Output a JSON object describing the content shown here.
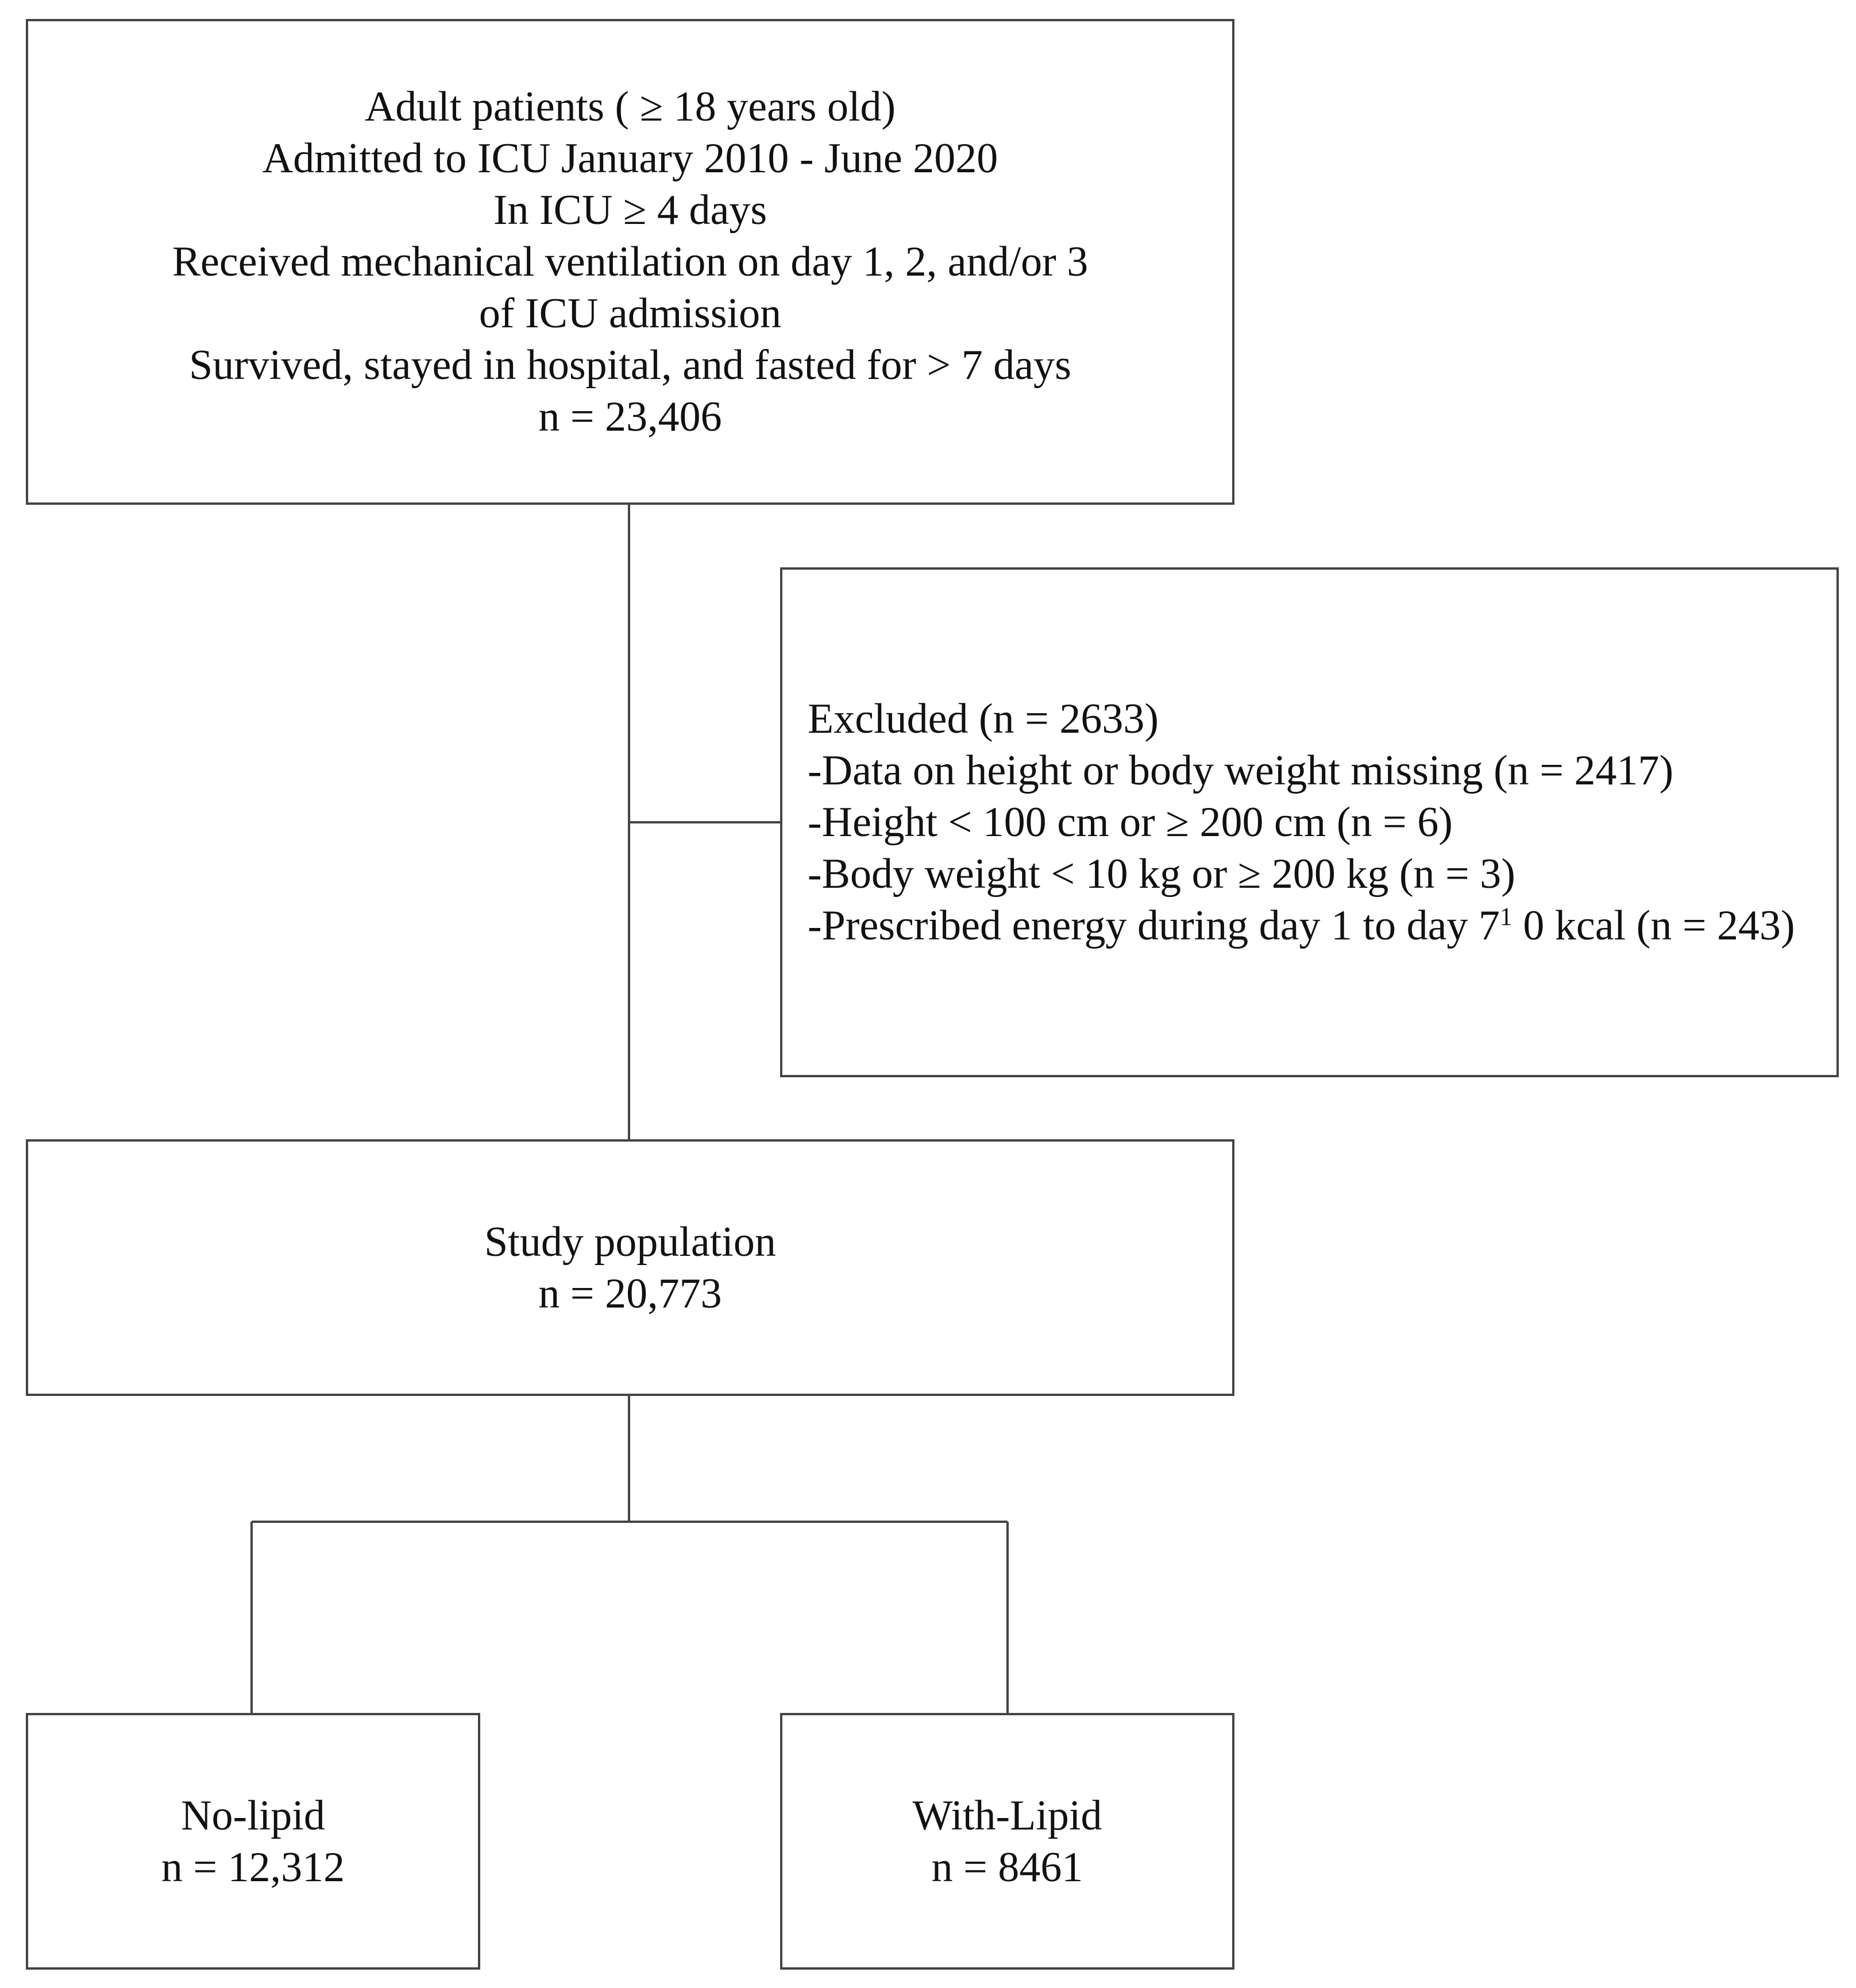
{
  "flowchart": {
    "eligibility": {
      "lines": [
        "Adult patients ( ≥ 18 years old)",
        "Admitted to ICU January 2010 - June 2020",
        "In ICU ≥ 4 days",
        "Received mechanical ventilation on day 1, 2, and/or 3",
        "of ICU admission",
        "Survived, stayed in hospital, and fasted for > 7 days",
        "n = 23,406"
      ]
    },
    "excluded": {
      "lines": [
        "Excluded (n = 2633)",
        "-Data on height or body weight missing (n = 2417)",
        "-Height < 100 cm or ≥ 200 cm (n = 6)",
        "-Body weight < 10 kg or ≥ 200 kg (n = 3)"
      ],
      "last_line_before_sup": "-Prescribed energy during day 1 to day 7",
      "last_line_sup": "1",
      "last_line_after_sup": " 0 kcal (n = 243)"
    },
    "study_population": {
      "lines": [
        "Study population",
        "n = 20,773"
      ]
    },
    "no_lipid": {
      "lines": [
        "No-lipid",
        "n = 12,312"
      ]
    },
    "with_lipid": {
      "lines": [
        "With-Lipid",
        "n = 8461"
      ]
    }
  }
}
